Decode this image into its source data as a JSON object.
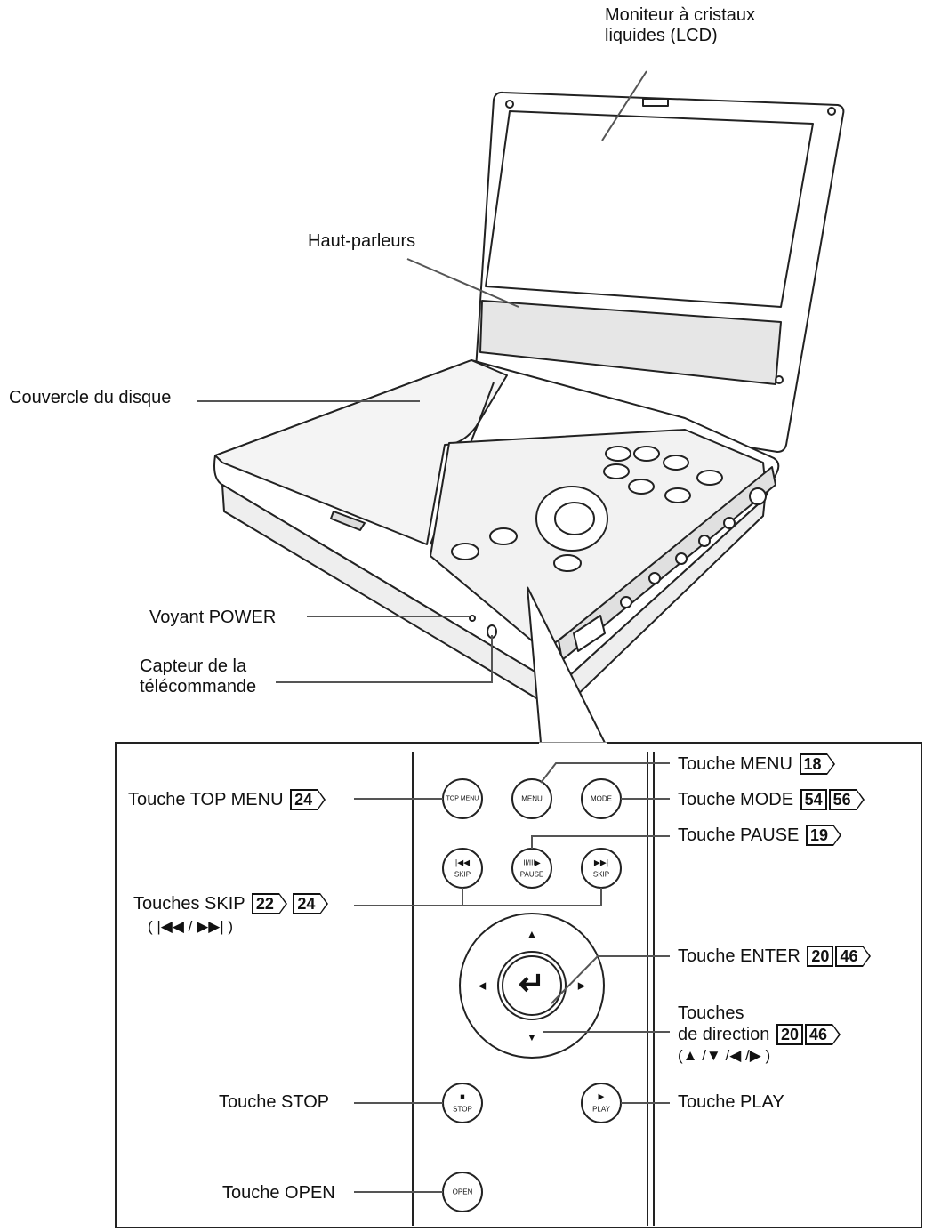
{
  "labels": {
    "lcd_line1": "Moniteur à cristaux",
    "lcd_line2": "liquides (LCD)",
    "speakers": "Haut-parleurs",
    "disc_cover": "Couvercle du disque",
    "power_light": "Voyant POWER",
    "sensor_line1": "Capteur de la",
    "sensor_line2": "télécommande"
  },
  "callouts": {
    "top_menu": {
      "text": "Touche TOP MENU",
      "pages": [
        "24"
      ]
    },
    "menu": {
      "text": "Touche MENU",
      "pages": [
        "18"
      ]
    },
    "mode": {
      "text": "Touche MODE",
      "pages": [
        "54",
        "56"
      ]
    },
    "pause": {
      "text": "Touche PAUSE",
      "pages": [
        "19"
      ]
    },
    "skip": {
      "text": "Touches SKIP",
      "sub": "( |◀◀ / ▶▶| )",
      "pages": [
        "22",
        "24"
      ]
    },
    "enter": {
      "text": "Touche ENTER",
      "pages": [
        "20",
        "46"
      ]
    },
    "direction": {
      "line1": "Touches",
      "line2": "de direction",
      "line3": "(▲ /▼ /◀ /▶ )",
      "pages": [
        "20",
        "46"
      ]
    },
    "stop": {
      "text": "Touche STOP"
    },
    "play": {
      "text": "Touche PLAY"
    },
    "open": {
      "text": "Touche OPEN"
    }
  },
  "buttons": {
    "top_menu": "TOP MENU",
    "menu": "MENU",
    "mode": "MODE",
    "pause": "PAUSE",
    "pause_glyph": "II/III▶",
    "skip": "SKIP",
    "skip_prev_glyph": "|◀◀",
    "skip_next_glyph": "▶▶|",
    "stop": "STOP",
    "stop_glyph": "■",
    "play": "PLAY",
    "play_glyph": "▶",
    "open": "OPEN",
    "enter_glyph": "↵",
    "arrow_up": "▲",
    "arrow_down": "▼",
    "arrow_left": "◀",
    "arrow_right": "▶"
  }
}
